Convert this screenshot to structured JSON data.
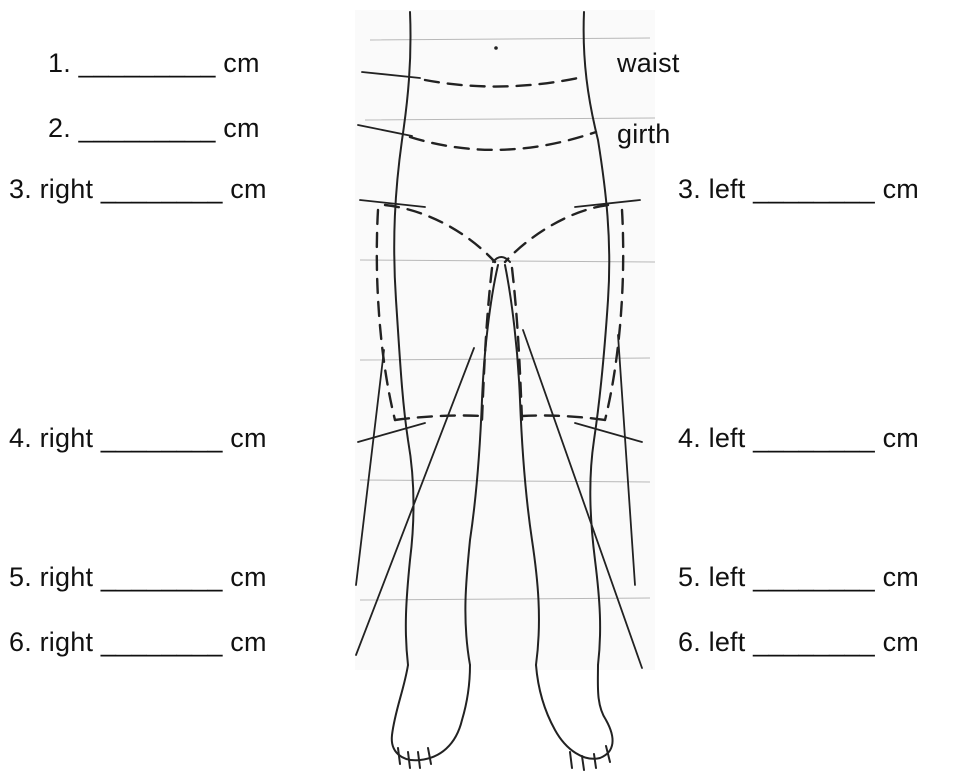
{
  "labels": {
    "m1": "1. _________ cm",
    "m2": "2. _________ cm",
    "m3_right": "3. right ________ cm",
    "m3_left": "3. left ________ cm",
    "m4_right": "4. right ________ cm",
    "m4_left": "4. left ________ cm",
    "m5_right": "5. right ________ cm",
    "m5_left": "5. left ________ cm",
    "m6_right": "6. right ________ cm",
    "m6_left": "6. left ________ cm",
    "waist": "waist",
    "girth": "girth"
  }
}
